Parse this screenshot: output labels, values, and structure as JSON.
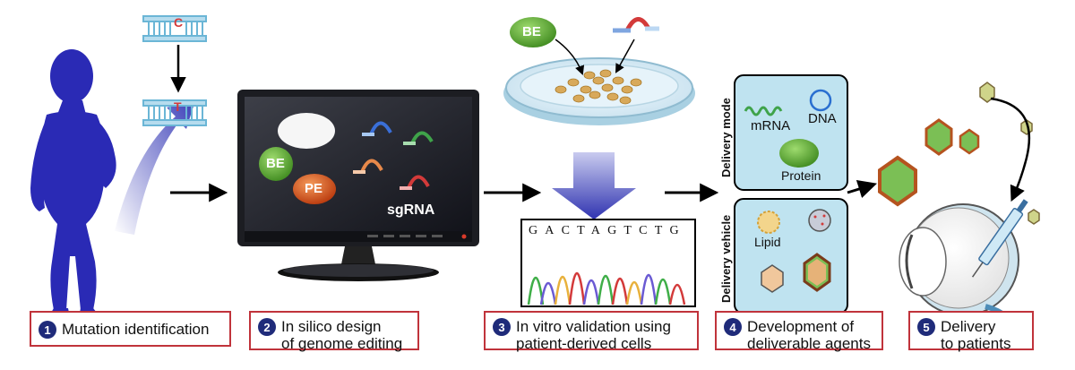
{
  "steps": [
    {
      "number": "1",
      "text": "Mutation identification"
    },
    {
      "number": "2",
      "text": "In silico design\nof genome editing"
    },
    {
      "number": "3",
      "text": "In vitro validation using\npatient-derived cells"
    },
    {
      "number": "4",
      "text": "Development of\ndeliverable agents"
    },
    {
      "number": "5",
      "text": "Delivery\nto patients"
    }
  ],
  "dna": {
    "base_before": "C",
    "base_after": "T"
  },
  "monitor": {
    "be": "BE",
    "pe": "PE",
    "sgrna": "sgRNA"
  },
  "dish": {
    "be": "BE"
  },
  "sequence": "GACTAGTCTG",
  "delivery": {
    "mode_title": "Delivery mode",
    "vehicle_title": "Delivery vehicle",
    "mrna": "mRNA",
    "dna": "DNA",
    "protein": "Protein",
    "lipid": "Lipid"
  },
  "colors": {
    "human": "#2a2ab5",
    "caption_border": "#c0333b",
    "step_circle": "#1f2b7a",
    "panel_fill": "#bfe3f0",
    "green": "#5aa832",
    "orange": "#d8541c"
  }
}
